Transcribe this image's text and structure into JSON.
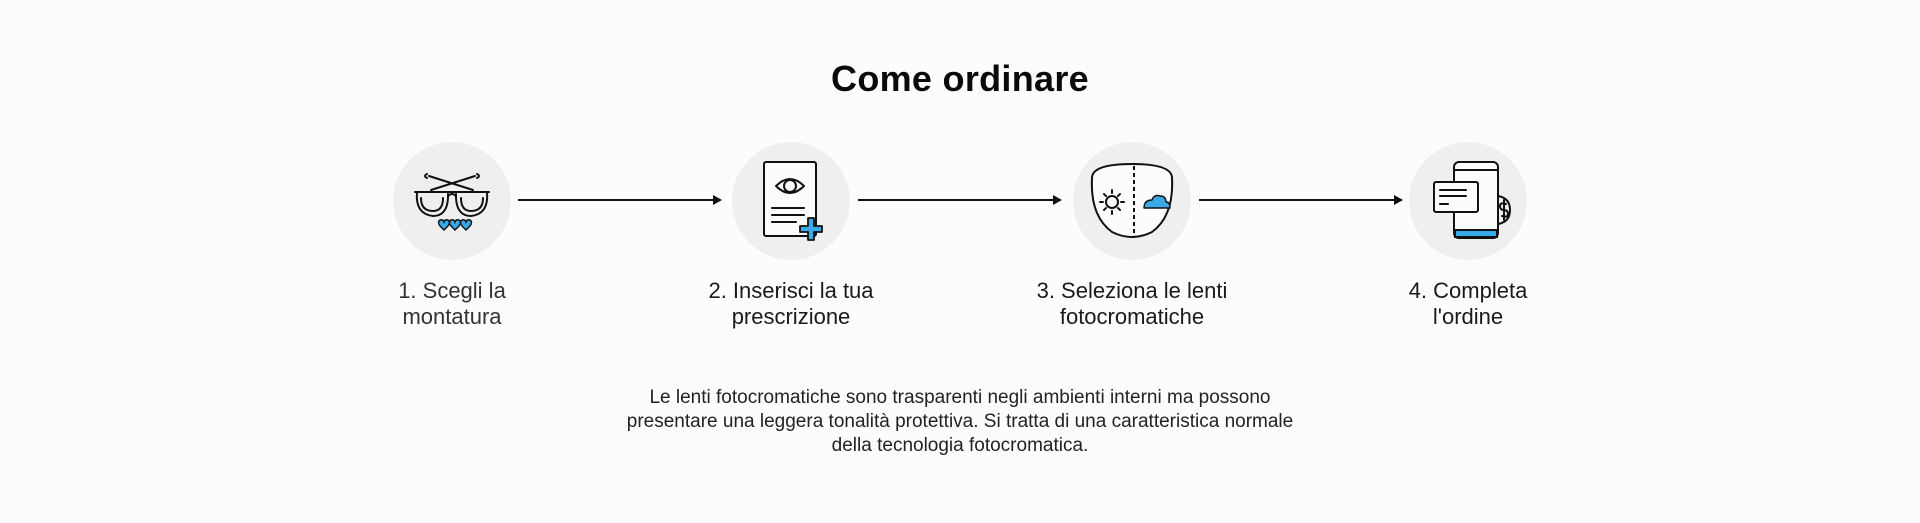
{
  "title": "Come ordinare",
  "steps": [
    {
      "label": "1. Scegli la\nmontatura",
      "icon": "glasses-hearts-icon"
    },
    {
      "label": "2. Inserisci la tua\nprescrizione",
      "icon": "prescription-eye-icon"
    },
    {
      "label": "3. Seleziona le lenti\nfotocromatiche",
      "icon": "photochromic-lens-icon"
    },
    {
      "label": "4. Completa\nl'ordine",
      "icon": "phone-payment-icon"
    }
  ],
  "note": {
    "line1": "Le lenti fotocromatiche sono trasparenti negli ambienti interni ma possono",
    "line2": "presentare una leggera tonalità protettiva. Si tratta di una caratteristica normale",
    "line3": "della tecnologia fotocromatica."
  },
  "colors": {
    "accent": "#3aa9e8",
    "circle": "#efefef",
    "stroke": "#111111"
  }
}
